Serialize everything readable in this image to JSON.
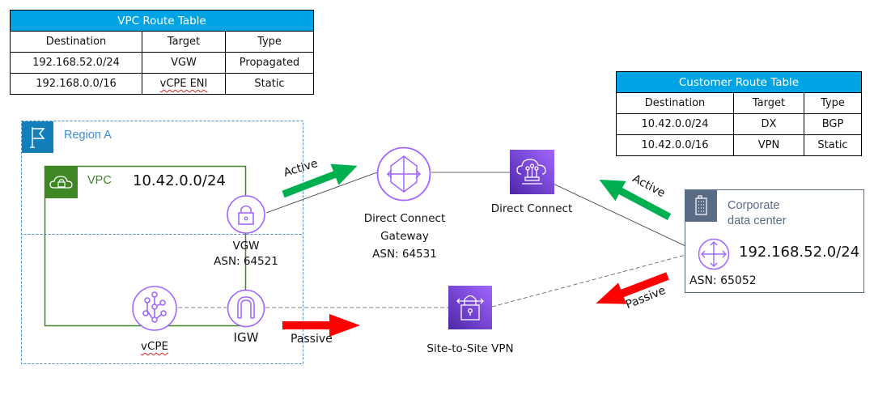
{
  "vpc_route_table": {
    "title": "VPC Route Table",
    "headers": [
      "Destination",
      "Target",
      "Type"
    ],
    "rows": [
      [
        "192.168.52.0/24",
        "VGW",
        "Propagated"
      ],
      [
        "192.168.0.0/16",
        "vCPE ENI",
        "Static"
      ]
    ]
  },
  "customer_route_table": {
    "title": "Customer Route Table",
    "headers": [
      "Destination",
      "Target",
      "Type"
    ],
    "rows": [
      [
        "10.42.0.0/24",
        "DX",
        "BGP"
      ],
      [
        "10.42.0.0/16",
        "VPN",
        "Static"
      ]
    ]
  },
  "region": {
    "label": "Region A",
    "icon": "flag-icon"
  },
  "vpc": {
    "label": "VPC",
    "cidr": "10.42.0.0/24",
    "icon": "cloud-lock-icon"
  },
  "vgw": {
    "label": "VGW",
    "asn": "ASN: 64521",
    "icon": "lock-icon"
  },
  "vcpe": {
    "label": "vCPE",
    "icon": "network-nodes-icon"
  },
  "igw": {
    "label": "IGW",
    "icon": "gateway-arch-icon"
  },
  "dx_gateway": {
    "label_line1": "Direct Connect",
    "label_line2": "Gateway",
    "asn": "ASN: 64531",
    "icon": "arrows-cross-icon"
  },
  "direct_connect": {
    "label": "Direct Connect",
    "icon": "cloud-circuit-icon"
  },
  "vpn": {
    "label": "Site-to-Site VPN",
    "icon": "vpn-lock-icon"
  },
  "corporate_dc": {
    "label_line1": "Corporate",
    "label_line2": "data center",
    "cidr": "192.168.52.0/24",
    "asn": "ASN: 65052",
    "icon": "building-icon",
    "router_icon": "router-icon"
  },
  "arrows": {
    "vpc_active": "Active",
    "vpc_passive": "Passive",
    "dc_active": "Active",
    "dc_passive": "Passive"
  },
  "colors": {
    "table_header": "#00a4e4",
    "active_arrow": "#00b050",
    "passive_arrow": "#ff0000",
    "aws_purple": "#8c4fff",
    "vpc_green": "#3f8624",
    "region_blue": "#147eba",
    "corp_slate": "#5a6b86"
  }
}
